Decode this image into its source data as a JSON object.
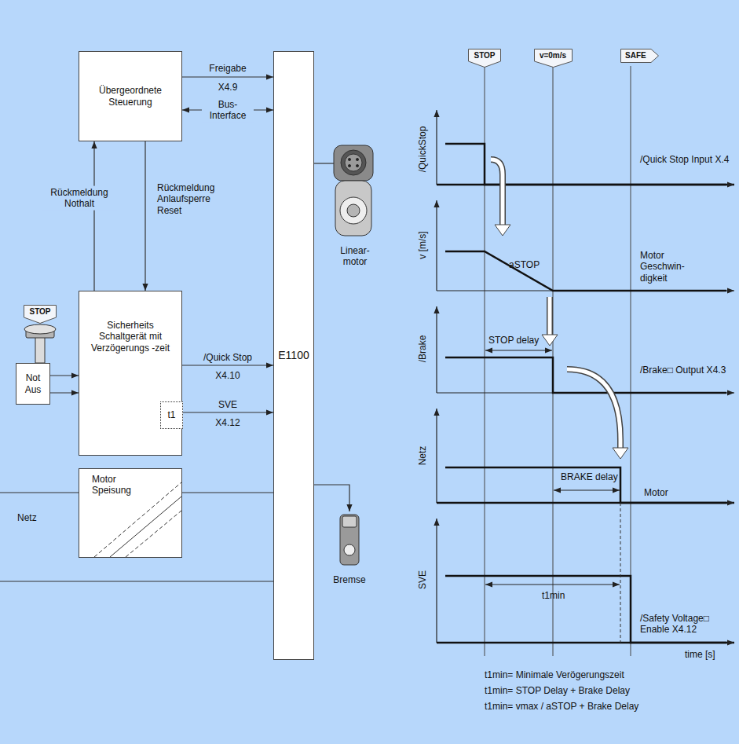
{
  "diagram": {
    "nodes": [
      {
        "text": [
          "Übergeordnete Steuerung"
        ]
      },
      {
        "text": [
          "Sicherheits Schaltgerät mit Verzögerungs -zeit"
        ]
      },
      {
        "text": [
          "t1"
        ],
        "in": 1
      },
      {
        "text": [
          "STOP"
        ]
      },
      {
        "text": [
          "Not Aus"
        ]
      },
      {
        "text": [
          "Motor Speisung"
        ]
      },
      {
        "text": [
          "E1100"
        ]
      },
      {
        "text": [
          "STOP"
        ]
      },
      {
        "text": [
          "v=0m/s"
        ]
      },
      {
        "text": [
          "SAFE"
        ]
      }
    ],
    "edges": [
      {
        "from": 0,
        "to": 6,
        "arrow": "to",
        "label": "Freigabe"
      },
      {
        "from": 0,
        "to": 6,
        "arrow": "both",
        "label": "Bus- Interface"
      },
      {
        "from": 1,
        "to": 0,
        "arrow": "to",
        "label": "Rückmeldung Nothalt"
      },
      {
        "from": 0,
        "to": 1,
        "arrow": "to",
        "label": "Rückmeldung Anlaufsperre Reset"
      },
      {
        "from": 4,
        "to": 1,
        "arrow": "to"
      },
      {
        "from": 4,
        "to": 1,
        "arrow": "to"
      },
      {
        "from": 1,
        "to": 6,
        "arrow": "to",
        "label": "/Quick Stop"
      },
      {
        "from": 2,
        "to": 6,
        "arrow": "to",
        "label": "SVE"
      },
      {
        "from": 5,
        "to": 6,
        "arrow": "none"
      }
    ],
    "labels": [
      "X4.9",
      "X4.10",
      "X4.12",
      "Linear- motor",
      "Bremse",
      "Netz",
      "/QuickStop",
      "/Quick Stop Input X.4",
      "aSTOP",
      "v [m/s]",
      "Motor Geschwin- digkeit",
      "/Brake",
      "STOP delay",
      "/Brake□ Output X4.3",
      "Netz",
      "BRAKE delay",
      "Motor",
      "SVE",
      "t1min",
      "/Safety Voltage□ Enable X4.12",
      "time [s]",
      "t1min= Minimale Verögerungszeit",
      "t1min= STOP Delay + Brake Delay",
      "t1min= vmax / aSTOP + Brake Delay"
    ]
  }
}
